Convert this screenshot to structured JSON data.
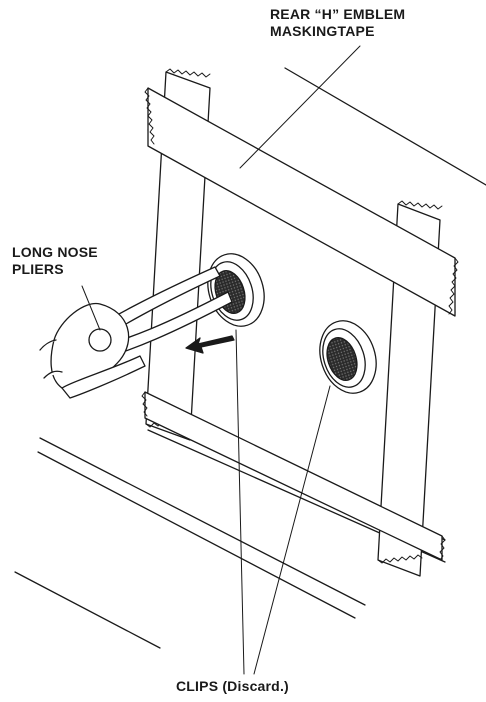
{
  "labels": {
    "rear_h_emblem": "REAR “H” EMBLEM",
    "masking_tape": "MASKINGTAPE",
    "long_nose": "LONG NOSE",
    "pliers": "PLIERS",
    "clips": "CLIPS (Discard.)"
  },
  "colors": {
    "ink": "#1a1a1a",
    "paper": "#ffffff"
  }
}
